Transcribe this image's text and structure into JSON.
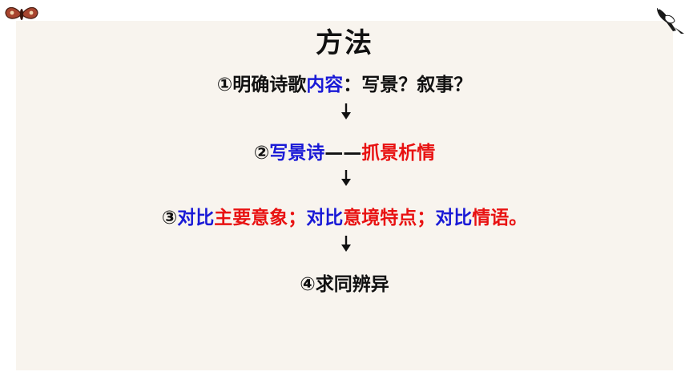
{
  "title": "方法",
  "steps": {
    "s1_prefix": "①明确诗歌",
    "s1_highlight": "内容",
    "s1_suffix": "：写景？叙事？",
    "s2_prefix": "②",
    "s2_blue": "写景诗",
    "s2_dash": "——",
    "s2_red": "抓景析情",
    "s3_num": "③",
    "s3_b1": "对比",
    "s3_r1": "主要意象；",
    "s3_b2": "对比",
    "s3_r2": "意境特点；",
    "s3_b3": "对比",
    "s3_r3": "情语。",
    "s4": "④求同辨异"
  },
  "icons": {
    "top_left": "moth-icon",
    "top_right": "magpie-icon",
    "arrows": "arrow-down-icon"
  },
  "colors": {
    "blue": "#1a1ad6",
    "red": "#e81212",
    "panel": "#f8f4ee",
    "text": "#111111"
  }
}
